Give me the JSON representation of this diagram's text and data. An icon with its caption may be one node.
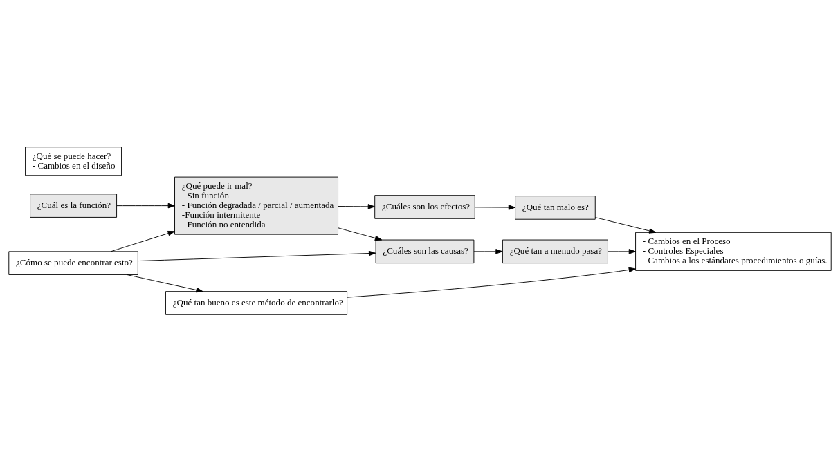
{
  "diagram": {
    "nodes": [
      {
        "text": [
          "¿Cuáles son los efectos?"
        ]
      },
      {
        "text": [
          "¿Qué se puede hacer?",
          "- Cambios en el diseño"
        ]
      },
      {
        "text": [
          "¿Cuál es la función?"
        ]
      },
      {
        "text": [
          "¿Qué tan malo es?"
        ]
      },
      {
        "text": [
          "- Cambios en el Proceso",
          "- Controles Especiales",
          "- Cambios a los estándares procedimientos o guías."
        ]
      },
      {
        "text": [
          "¿Qué tan a menudo pasa?"
        ]
      },
      {
        "text": [
          "¿Qué puede ir mal?",
          "- Sin función",
          "- Función degradada / parcial / aumentada",
          "-Función intermitente",
          "- Función no entendida"
        ]
      },
      {
        "text": [
          "¿Cuáles son las causas?"
        ]
      },
      {
        "text": [
          "¿Cómo se puede encontrar esto?"
        ]
      },
      {
        "text": [
          "¿Qué tan bueno es este método de encontrarlo?"
        ]
      }
    ],
    "edges": [
      {
        "from": 2,
        "to": 6,
        "arrow": "to"
      },
      {
        "from": 6,
        "to": 0,
        "arrow": "to"
      },
      {
        "from": 0,
        "to": 3,
        "arrow": "to"
      },
      {
        "from": 3,
        "to": 4,
        "arrow": "to"
      },
      {
        "from": 6,
        "to": 7,
        "arrow": "to"
      },
      {
        "from": 7,
        "to": 5,
        "arrow": "to"
      },
      {
        "from": 5,
        "to": 4,
        "arrow": "to"
      },
      {
        "from": 8,
        "to": 7,
        "arrow": "to"
      },
      {
        "from": 8,
        "to": 6,
        "arrow": "to"
      },
      {
        "from": 8,
        "to": 9,
        "arrow": "to"
      },
      {
        "from": 9,
        "to": 4,
        "arrow": "to"
      }
    ]
  }
}
